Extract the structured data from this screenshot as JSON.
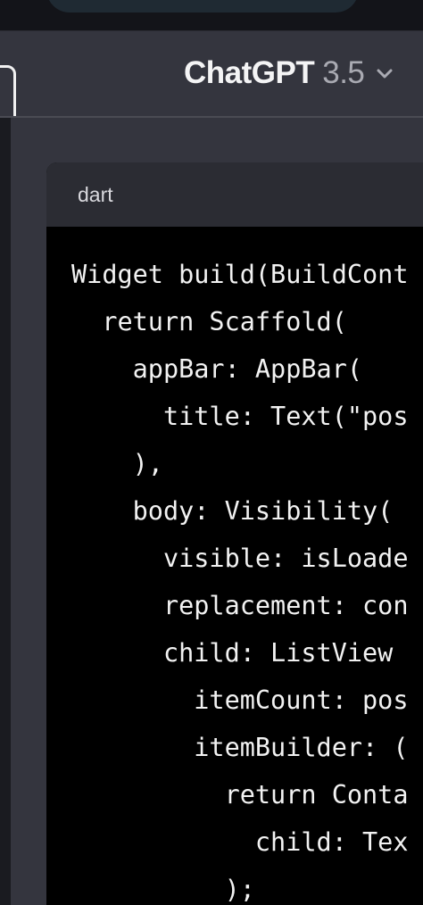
{
  "header": {
    "title": "ChatGPT",
    "version": "3.5"
  },
  "code_block": {
    "language": "dart",
    "lines": [
      "Widget build(BuildCont",
      "  return Scaffold(",
      "    appBar: AppBar(",
      "      title: Text(\"pos",
      "    ),",
      "    body: Visibility(",
      "      visible: isLoade",
      "      replacement: con",
      "      child: ListView",
      "        itemCount: pos",
      "        itemBuilder: (",
      "          return Conta",
      "            child: Tex",
      "          );"
    ]
  },
  "icons": {
    "model_dropdown": "chevron-down-icon"
  }
}
